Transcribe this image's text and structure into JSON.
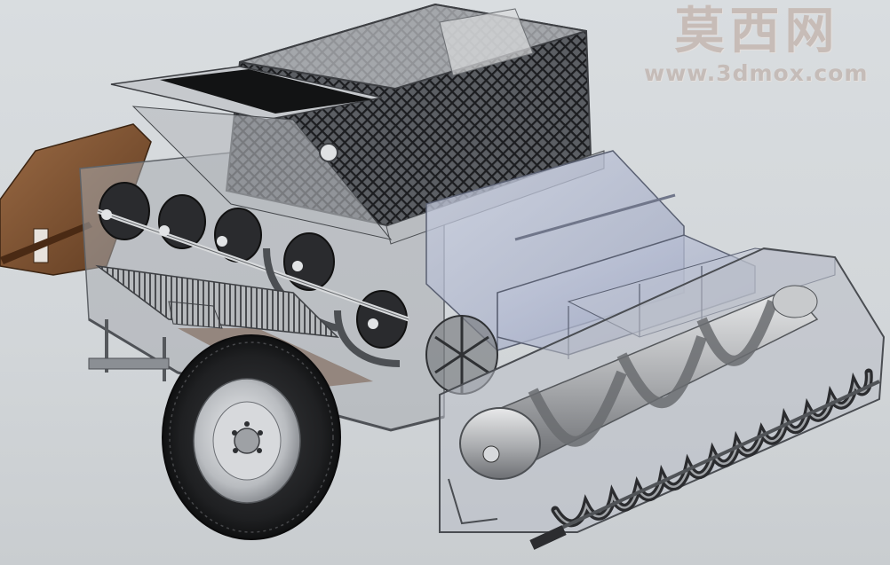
{
  "watermark": {
    "title": "莫西网",
    "url": "www.3dmox.com"
  },
  "colors": {
    "background": "#d4d8db",
    "frame_metal": "#8d9196",
    "brown_hood": "#7a4a2a",
    "tire": "#1e1f21",
    "glass_panel": "#b9c0d6",
    "mesh": "#2a2b2e",
    "watermark": "#c7bcb7"
  },
  "scene": {
    "subject": "harvester-cad-render",
    "components": [
      "mesh-hopper",
      "brown-hood",
      "cutting-drums",
      "conveyor",
      "wheel",
      "auger",
      "reel-spiral",
      "front-guard"
    ]
  }
}
